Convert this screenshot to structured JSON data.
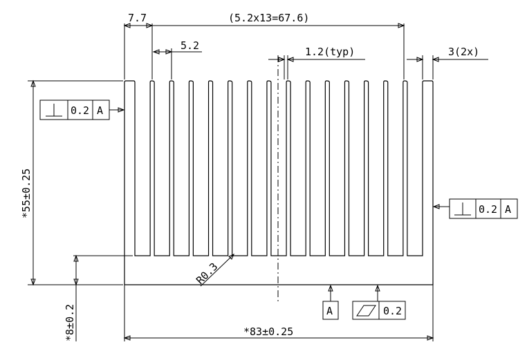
{
  "dimensions": {
    "left_offset": "7.7",
    "pitch_total": "(5.2x13=67.6)",
    "pitch": "5.2",
    "fin_thickness": "1.2(typ)",
    "end_fin": "3(2x)",
    "height": "*55±0.25",
    "base": "*8±0.2",
    "width": "*83±0.25",
    "radius": "R0.3"
  },
  "tolerances": {
    "perp_left": {
      "symbol": "perpendicularity",
      "value": "0.2",
      "datum": "A"
    },
    "perp_right": {
      "symbol": "perpendicularity",
      "value": "0.2",
      "datum": "A"
    },
    "datum_label": "A",
    "flatness": {
      "symbol": "flatness",
      "value": "0.2"
    }
  }
}
